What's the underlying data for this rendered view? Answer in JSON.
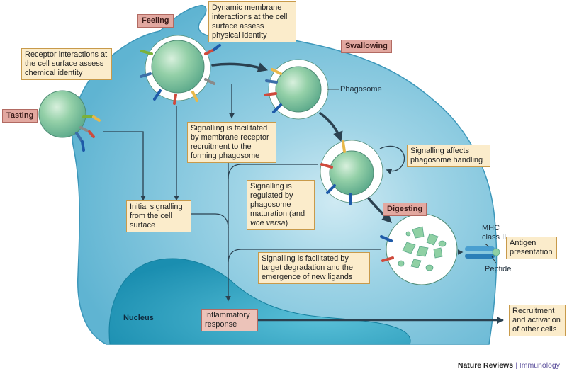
{
  "stages": {
    "tasting": "Tasting",
    "feeling": "Feeling",
    "swallowing": "Swallowing",
    "digesting": "Digesting"
  },
  "notes": {
    "receptor_chemical": "Receptor interactions at the cell surface assess chemical identity",
    "dynamic_membrane": "Dynamic membrane interactions at the cell surface assess physical identity",
    "recruitment_phagosome": "Signalling is facilitated by membrane receptor recruitment to the forming phagosome",
    "affects_handling": "Signalling affects phagosome handling",
    "regulated_by_maturation": "Signalling is regulated by phagosome maturation",
    "regulated_by_maturation_tail": "(and ",
    "regulated_by_maturation_italic": "vice versa",
    "regulated_by_maturation_end": ")",
    "initial_signalling": "Initial signalling from the cell surface",
    "target_degradation": "Signalling is facilitated by target degradation and the emergence of new ligands",
    "antigen_presentation": "Antigen presentation",
    "inflammatory_response": "Inflammatory response",
    "recruitment_activation": "Recruitment and activation of other cells"
  },
  "labels": {
    "phagosome": "Phagosome",
    "mhc": "MHC class II",
    "peptide": "Peptide",
    "nucleus": "Nucleus"
  },
  "credit": {
    "publisher": "Nature Reviews",
    "separator": "|",
    "journal": "Immunology"
  },
  "colors": {
    "cell": "#6fbfd9",
    "nucleus": "#1f93b3",
    "particle": "#8fd0a4",
    "note_fill": "#fbeccb",
    "stage_fill": "#e2a8a0",
    "arrow": "#2b4150"
  }
}
